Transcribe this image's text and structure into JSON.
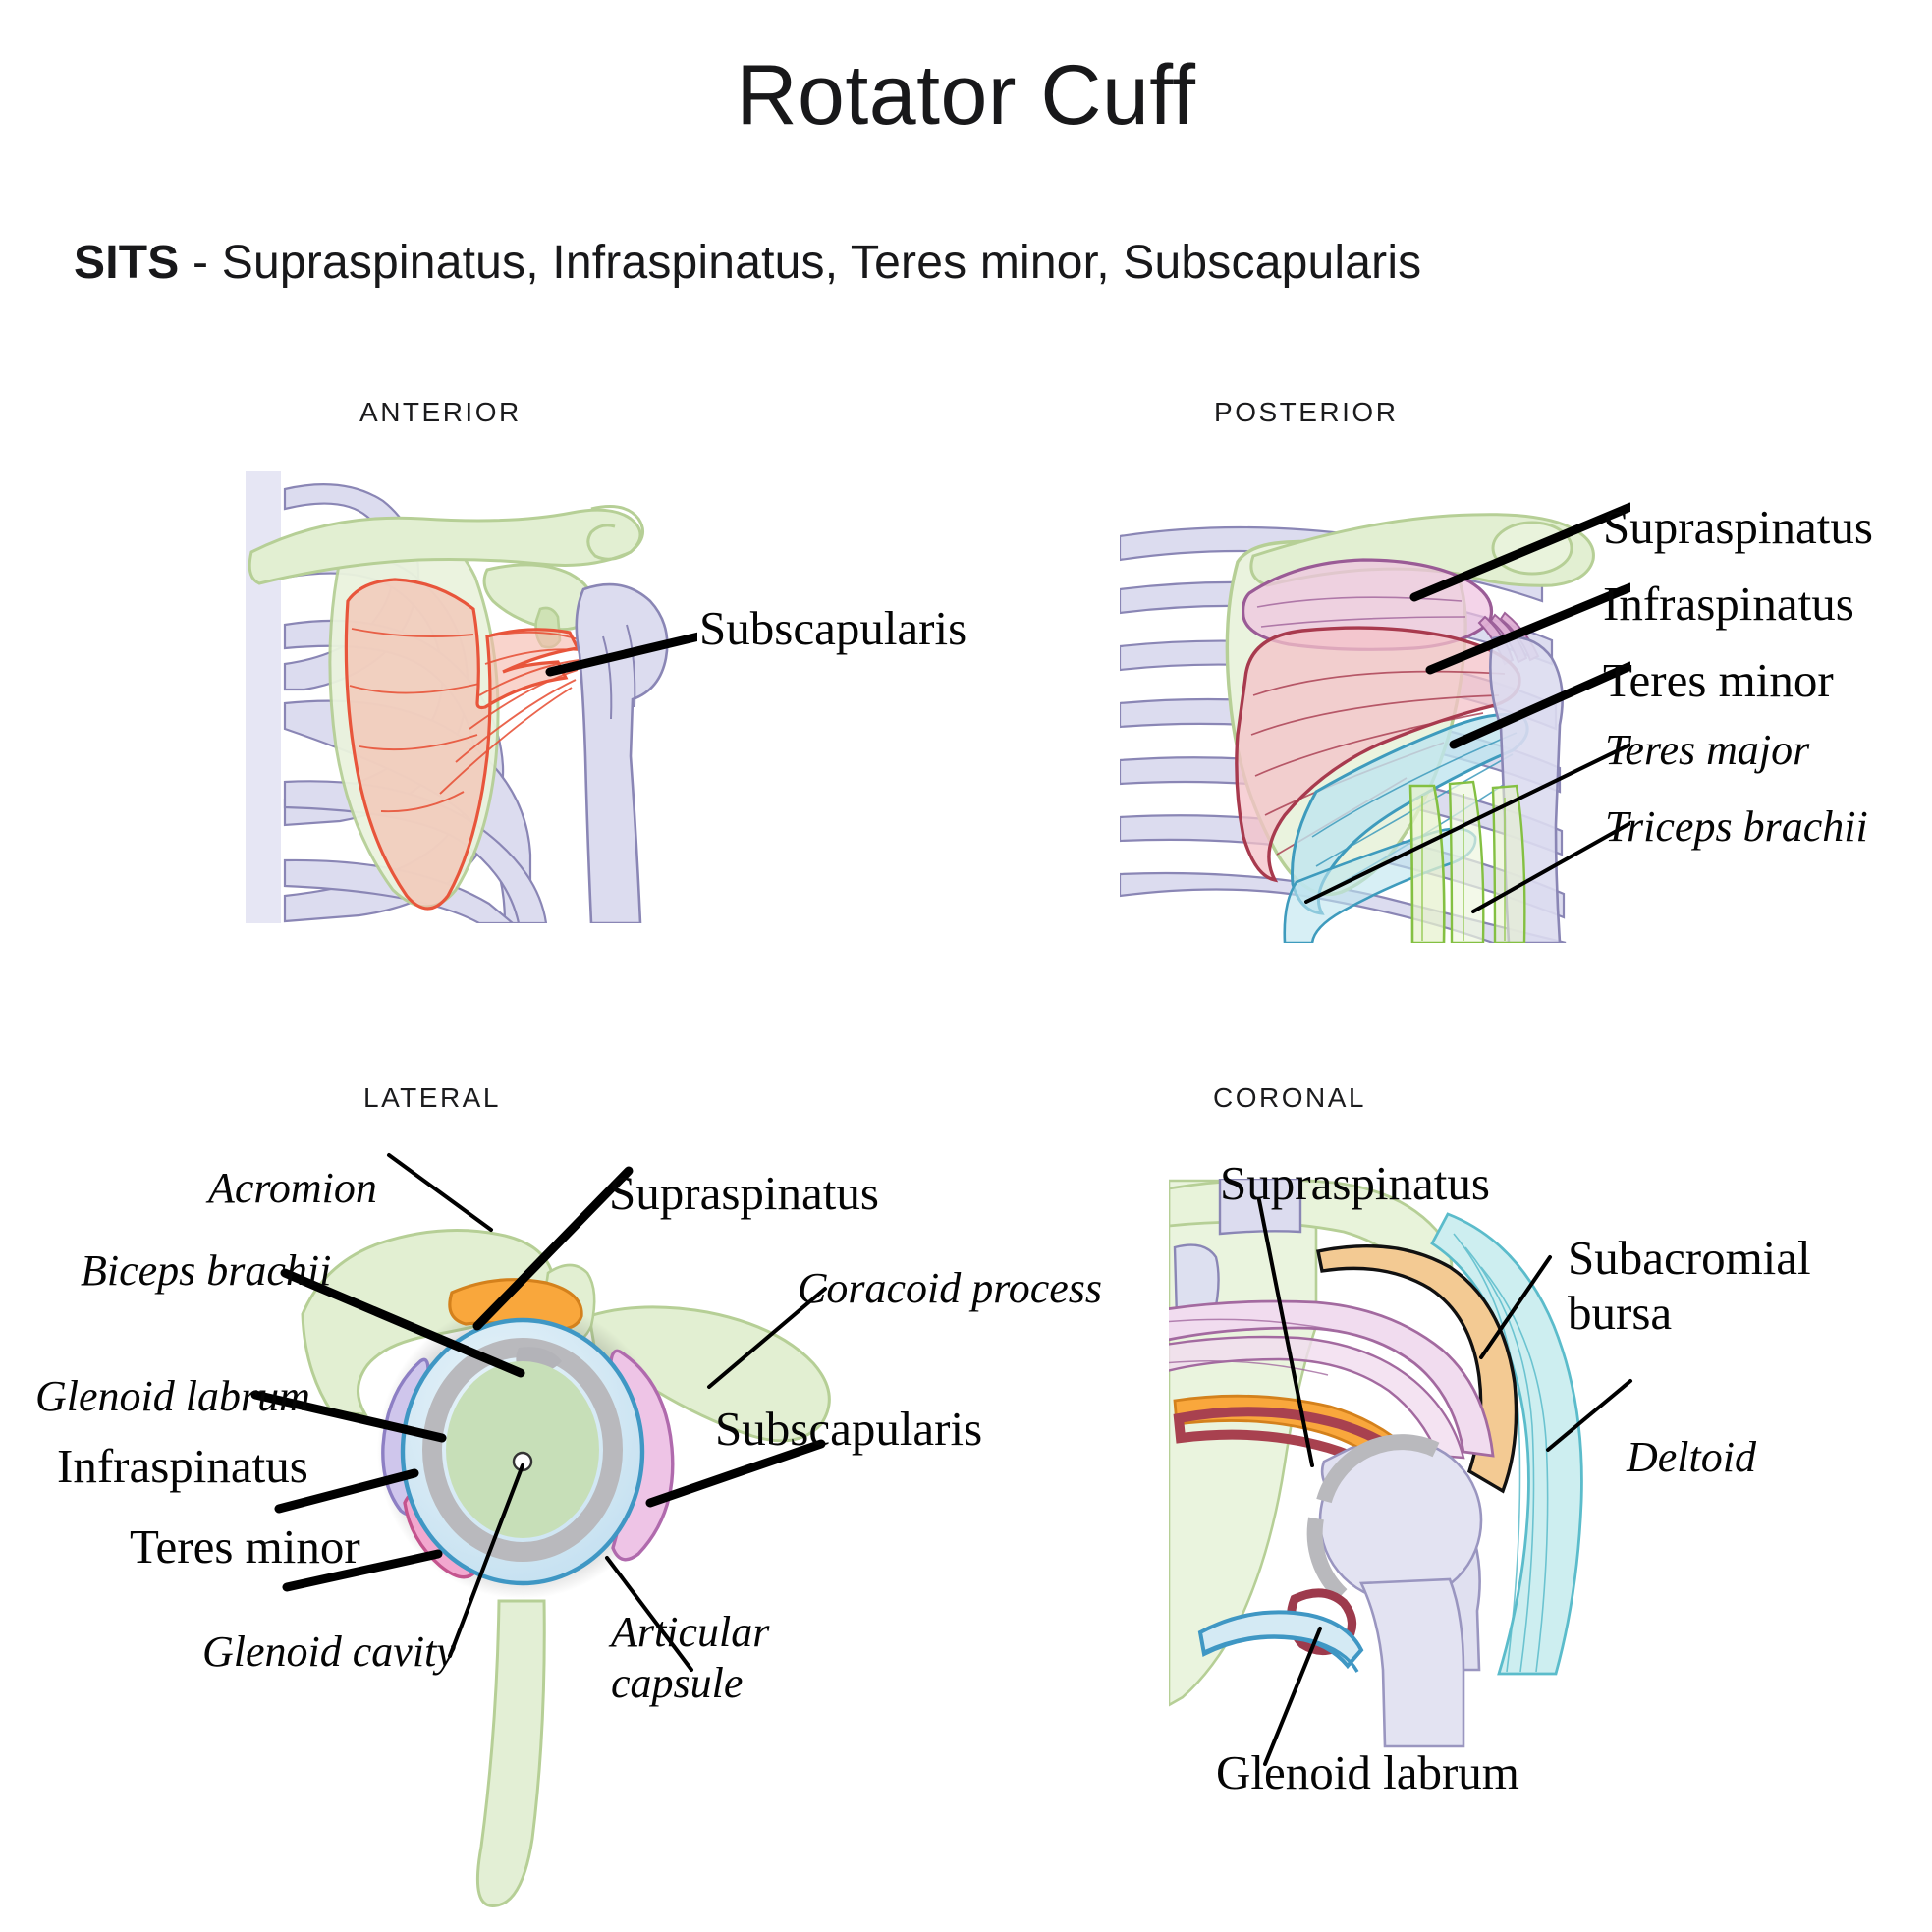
{
  "header": {
    "title": "Rotator Cuff",
    "mnemonic": "SITS",
    "mnemonic_expansion": " - Supraspinatus, Infraspinatus, Teres minor, Subscapularis"
  },
  "views": {
    "anterior": {
      "heading": "Anterior"
    },
    "posterior": {
      "heading": "Posterior"
    },
    "lateral": {
      "heading": "Lateral"
    },
    "coronal": {
      "heading": "Coronal"
    }
  },
  "labels": {
    "anterior": [
      {
        "id": "subscapularis",
        "text": "Subscapularis",
        "style": "upright"
      }
    ],
    "posterior": [
      {
        "id": "supraspinatus",
        "text": "Supraspinatus",
        "style": "upright"
      },
      {
        "id": "infraspinatus",
        "text": "Infraspinatus",
        "style": "upright"
      },
      {
        "id": "teres-minor",
        "text": "Teres minor",
        "style": "upright"
      },
      {
        "id": "teres-major",
        "text": "Teres major",
        "style": "italic"
      },
      {
        "id": "triceps-brachii",
        "text": "Triceps brachii",
        "style": "italic"
      }
    ],
    "lateral": [
      {
        "id": "acromion",
        "text": "Acromion",
        "style": "italic"
      },
      {
        "id": "biceps-brachii",
        "text": "Biceps brachii",
        "style": "italic"
      },
      {
        "id": "glenoid-labrum",
        "text": "Glenoid labrum",
        "style": "italic"
      },
      {
        "id": "infraspinatus",
        "text": "Infraspinatus",
        "style": "upright"
      },
      {
        "id": "teres-minor",
        "text": "Teres minor",
        "style": "upright"
      },
      {
        "id": "glenoid-cavity",
        "text": "Glenoid cavity",
        "style": "italic"
      },
      {
        "id": "supraspinatus",
        "text": "Supraspinatus",
        "style": "upright"
      },
      {
        "id": "coracoid-process",
        "text": "Coracoid process",
        "style": "italic"
      },
      {
        "id": "subscapularis",
        "text": "Subscapularis",
        "style": "upright"
      },
      {
        "id": "articular-capsule-l1",
        "text": "Articular",
        "style": "italic"
      },
      {
        "id": "articular-capsule-l2",
        "text": "capsule",
        "style": "italic"
      }
    ],
    "coronal": [
      {
        "id": "supraspinatus",
        "text": "Supraspinatus",
        "style": "upright"
      },
      {
        "id": "subacromial-bursa-l1",
        "text": "Subacromial",
        "style": "upright"
      },
      {
        "id": "subacromial-bursa-l2",
        "text": "bursa",
        "style": "upright"
      },
      {
        "id": "deltoid",
        "text": "Deltoid",
        "style": "italic"
      },
      {
        "id": "glenoid-labrum",
        "text": "Glenoid labrum",
        "style": "upright"
      }
    ]
  },
  "palette": {
    "background": "#ffffff",
    "text": "#111111",
    "bone_lavender": "#dcdcef",
    "bone_lavender_stroke": "#8a86b5",
    "bone_green": "#e2efd2",
    "bone_green_stroke": "#b6cf96",
    "muscle_salmon": "#f6b9ac",
    "muscle_salmon_stroke": "#e8553b",
    "muscle_pink": "#f0c4e0",
    "muscle_pink_stroke": "#9a5b96",
    "muscle_rose": "#f4c2c8",
    "muscle_rose_stroke": "#a83a4e",
    "muscle_cyan": "#bfe5ef",
    "muscle_cyan_stroke": "#3e9bbd",
    "muscle_green": "#e7f2cf",
    "muscle_green_stroke": "#84c042",
    "muscle_violet": "#cfc6ec",
    "muscle_violet_stroke": "#8d7fc4",
    "muscle_magenta": "#f2a8cf",
    "muscle_magenta_stroke": "#c4548e",
    "muscle_orchid": "#eec4e6",
    "muscle_orchid_stroke": "#b06aad",
    "tendon_orange": "#f9a73c",
    "tendon_orange_stroke": "#d4811c",
    "bursa_tan": "#f3ca93",
    "bursa_tan_stroke": "#111111",
    "cartilage_grey": "#b9b9bd",
    "capsule_blue": "#cfe6f2",
    "capsule_blue_stroke": "#3f97c4",
    "cavity_green": "#c7dfb8",
    "labrum_red": "#9d3a4c",
    "deltoid_cyan": "#cdeef0",
    "deltoid_cyan_stroke": "#5bbccb",
    "leader_line": "#000000"
  }
}
